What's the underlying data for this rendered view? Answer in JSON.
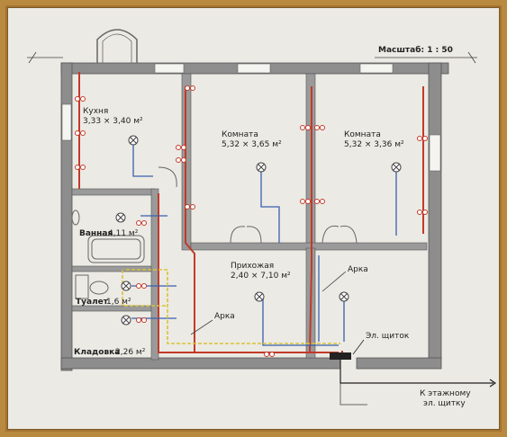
{
  "scale_label": "Масштаб: 1 : 50",
  "rooms": {
    "kitchen": {
      "name": "Кухня",
      "size": "3,33 × 3,40 м²"
    },
    "room1": {
      "name": "Комната",
      "size": "5,32 × 3,65 м²"
    },
    "room2": {
      "name": "Комната",
      "size": "5,32 × 3,36 м²"
    },
    "hall": {
      "name": "Прихожая",
      "size": "2,40 × 7,10 м²"
    },
    "bathroom": {
      "name": "Ванная",
      "size": "4,11 м²"
    },
    "toilet": {
      "name": "Туалет",
      "size": "1,6 м²"
    },
    "storage": {
      "name": "Кладовка",
      "size": "2,26 м²"
    }
  },
  "labels": {
    "arch_right": "Арка",
    "arch_left": "Арка",
    "panel": "Эл. щиток",
    "floor_panel_line1": "К этажному",
    "floor_panel_line2": "эл. щитку"
  },
  "colors": {
    "wall": "#8a8a8a",
    "wire_red": "#c23a2a",
    "wire_blue": "#3a5fb0",
    "wire_yellow": "#d8c23a",
    "paper": "#eceae4"
  }
}
